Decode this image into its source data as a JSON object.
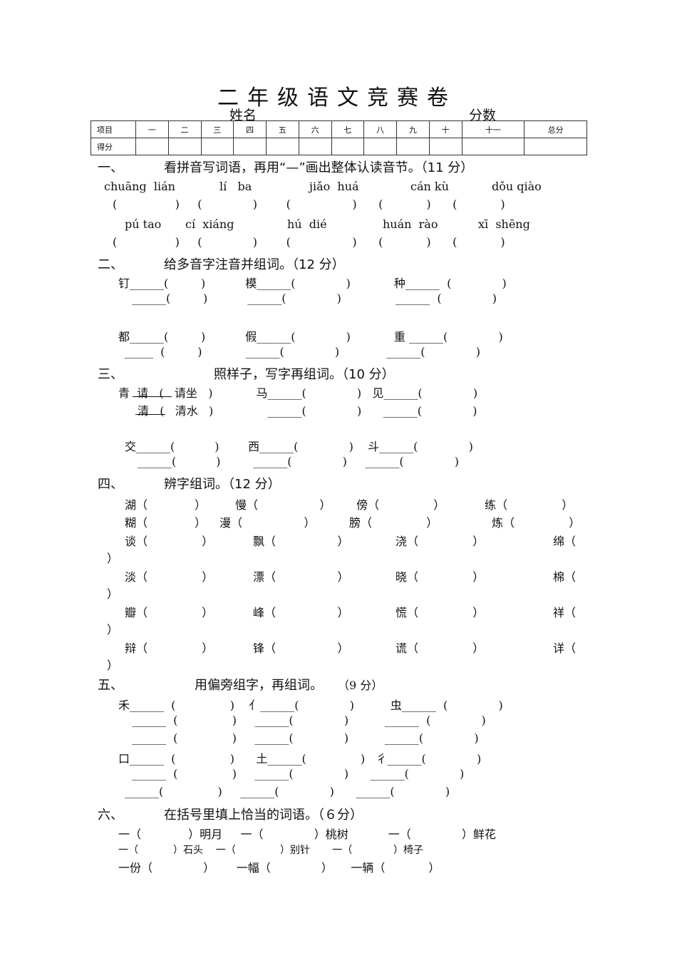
{
  "title": "二年级语文竞赛卷",
  "name_label": "姓名",
  "score_label": "分数",
  "score_table": {
    "row1": [
      "项目",
      "一",
      "二",
      "三",
      "四",
      "五",
      "六",
      "七",
      "八",
      "九",
      "十",
      "十一",
      "总分"
    ],
    "row2_label": "得分"
  },
  "s1": {
    "num": "一、",
    "title": "看拼音写词语，再用“—”画出整体认读音节。（11 分）",
    "p1": [
      "chuāng  lián",
      "lí   ba",
      "jiǎo  huá",
      "cán kù",
      "dǒu qiào"
    ],
    "p2": [
      "pú tao",
      "cí  xiáng",
      "hú  dié",
      "huán  rào",
      "xī  shēng"
    ],
    "brackets": "(                )     (              )        (                 )      (            )      (            )"
  },
  "s2": {
    "num": "二、",
    "title": "给多音字注音并组词。（12 分）",
    "lines": [
      "钉______(         )           模______(              )            种______  (              )",
      "______(         )           ______(              )               ______  (              )",
      "都______(         )           假______(              )            重 ______(              )",
      "_____  (         )            ______(              )             ______(              )"
    ]
  },
  "s3": {
    "num": "三、",
    "title": "照样子，写字再组词。（10 分）",
    "lines": [
      "青  请   (   请坐   )            马______(              )   见______(              )",
      "清   (   清水   )               ______(              )      ______(              )",
      "交______(           )        西______(              )    斗______(              )",
      "______(           )         ______(              )     ______(              )"
    ]
  },
  "s4": {
    "num": "四、",
    "title": "辨字组词。（12 分）",
    "rows": [
      [
        "湖（             ）",
        "慢（                 ）",
        "傍（               ）",
        "练（               ）"
      ],
      [
        "糊（             ）",
        "漫（                 ）",
        "膀（               ）",
        "炼（               ）"
      ],
      [
        "谈（               ）",
        "飘（                 ）",
        "浇（               ）",
        "绵（"
      ],
      [
        "淡（               ）",
        "漂（                 ）",
        "晓（               ）",
        "棉（"
      ],
      [
        "瓣（               ）",
        "峰（                 ）",
        "慌（               ）",
        "祥（"
      ],
      [
        "辩（               ）",
        "锋（                 ）",
        "谎（               ）",
        "详（"
      ]
    ],
    "wrap": "）"
  },
  "s5": {
    "num": "五、",
    "title": "用偏旁组字，再组词。",
    "score": "（9 分）",
    "lines": [
      "禾______  (               )    亻______(              )          虫______  (              )",
      "______  (               )     ______(              )          ______  (              )",
      "______  (               )     ______(              )          ______(              )",
      "口______  (               )      土______(               )   彳______(              )",
      "______  (               )     ______(              )      ______(              )",
      "______(               )     ______(              )      ______(              )"
    ]
  },
  "s6": {
    "num": "六、",
    "title": "在括号里填上恰当的词语。（６分）",
    "lines": [
      "一（             ）明月     一（              ）桃树           一（              ）鲜花",
      "一（           ）石头    一（              ）别针       一（             ）椅子",
      "一份（              ）      一幅（              ）     一辆（            ）"
    ]
  }
}
